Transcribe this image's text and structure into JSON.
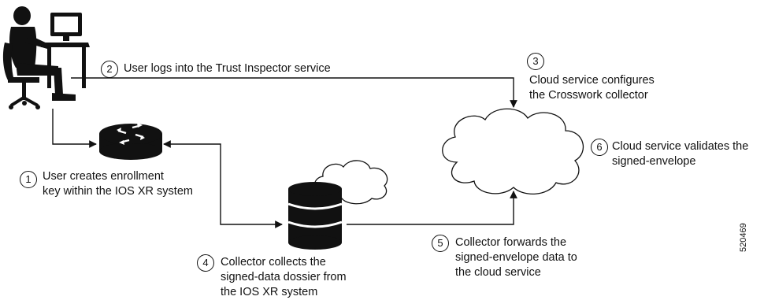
{
  "steps": [
    {
      "num": "1",
      "text": [
        "User creates enrollment",
        "key within the IOS XR system"
      ]
    },
    {
      "num": "2",
      "text": [
        "User logs into the Trust Inspector service"
      ]
    },
    {
      "num": "3",
      "text": [
        "Cloud service configures",
        "the Crosswork collector"
      ]
    },
    {
      "num": "4",
      "text": [
        "Collector collects the",
        "signed-data dossier from",
        "the IOS XR system"
      ]
    },
    {
      "num": "5",
      "text": [
        "Collector forwards the",
        "signed-envelope data to",
        "the cloud service"
      ]
    },
    {
      "num": "6",
      "text": [
        "Cloud service validates the",
        "signed-envelope"
      ]
    }
  ],
  "figure_id": "520469",
  "icons": [
    "user-at-workstation-icon",
    "router-icon",
    "database-icon",
    "cloud-icon"
  ]
}
